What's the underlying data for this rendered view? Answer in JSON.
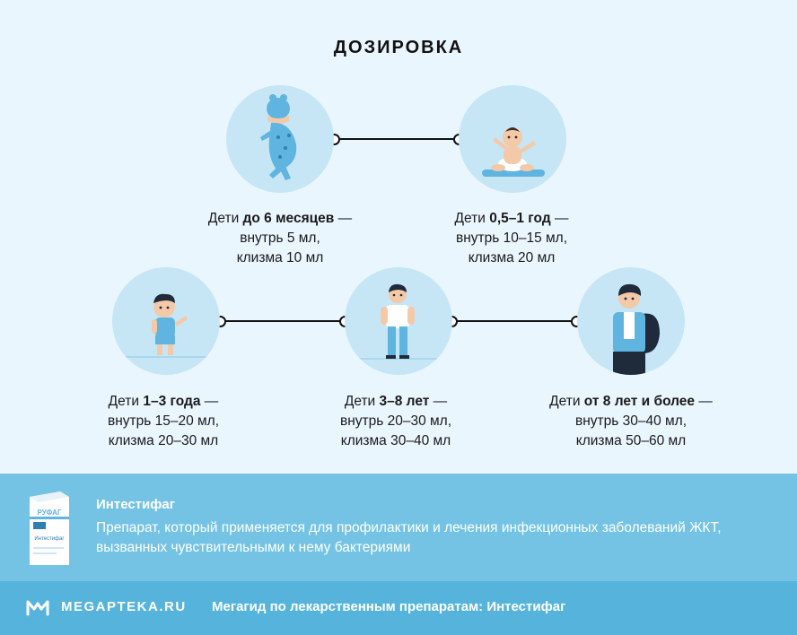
{
  "title": "ДОЗИРОВКА",
  "groups": [
    {
      "prefix": "Дети ",
      "age": "до 6 месяцев",
      "suffix": " —",
      "line1": "внутрь 5 мл,",
      "line2": "клизма 10 мл"
    },
    {
      "prefix": "Дети ",
      "age": "0,5–1 год",
      "suffix": " —",
      "line1": "внутрь 10–15 мл,",
      "line2": "клизма 20 мл"
    },
    {
      "prefix": "Дети ",
      "age": "1–3 года",
      "suffix": " —",
      "line1": "внутрь 15–20 мл,",
      "line2": "клизма 20–30 мл"
    },
    {
      "prefix": "Дети ",
      "age": "3–8 лет",
      "suffix": " —",
      "line1": "внутрь 20–30 мл,",
      "line2": "клизма 30–40 мл"
    },
    {
      "prefix": "Дети ",
      "age": "от 8 лет и более",
      "suffix": " —",
      "line1": "внутрь 30–40 мл,",
      "line2": "клизма 50–60 мл"
    }
  ],
  "product": {
    "name": "Интестифаг",
    "description": "Препарат, который применяется для профилактики и лечения инфекционных заболеваний ЖКТ, вызванных чувствительными к нему бактериями",
    "box_brand": "РУФАГ",
    "box_label": "Интестифаг"
  },
  "footer": {
    "logo": "MEGAPTEKA.RU",
    "guide": "Мегагид по лекарственным препаратам: Интестифаг"
  },
  "colors": {
    "background": "#eaf6fd",
    "circle": "#c6e6f6",
    "band": "#74c3e4",
    "footer": "#56b4dc",
    "figure_blue": "#5fb4e0"
  }
}
